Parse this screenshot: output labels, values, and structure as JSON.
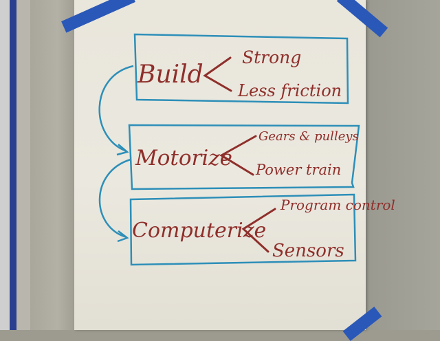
{
  "flip_chart": {
    "stages": [
      {
        "name": "Build",
        "items": [
          "Strong",
          "Less friction"
        ]
      },
      {
        "name": "Motorize",
        "items": [
          "Gears & pulleys",
          "Power train"
        ]
      },
      {
        "name": "Computerize",
        "items": [
          "Program control",
          "Sensors"
        ]
      }
    ]
  },
  "colors": {
    "ink_text": "#8f2f2b",
    "marker_boxes": "#2d8fb8",
    "tape": "#2a58b8",
    "paper": "#ebe8df",
    "wall": "#9d9b8f"
  }
}
